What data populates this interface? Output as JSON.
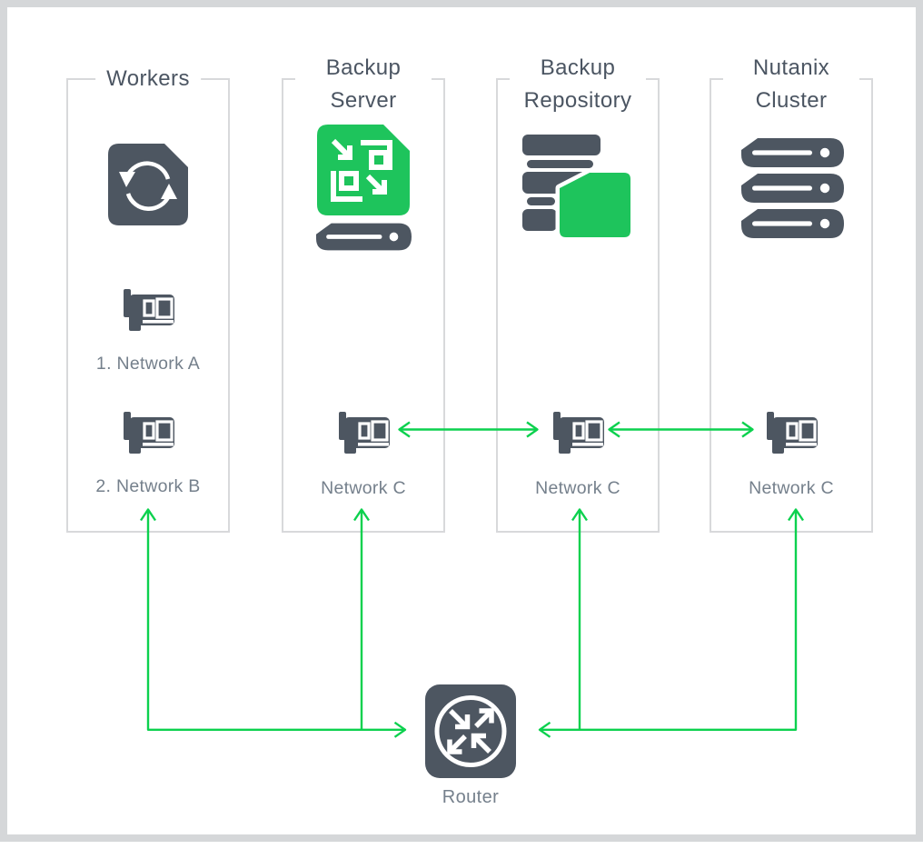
{
  "columns": [
    {
      "title": "Workers",
      "items": [
        {
          "icon": "sync-icon"
        },
        {
          "icon": "nic-icon",
          "label": "1. Network A"
        },
        {
          "icon": "nic-icon",
          "label": "2. Network B"
        }
      ]
    },
    {
      "title": "Backup Server",
      "items": [
        {
          "icon": "backup-server-icon"
        },
        {
          "icon": "disk-icon"
        },
        {
          "icon": "nic-icon",
          "label": "Network C"
        }
      ]
    },
    {
      "title": "Backup Repository",
      "items": [
        {
          "icon": "backup-repository-icon"
        },
        {
          "icon": "nic-icon",
          "label": "Network C"
        }
      ]
    },
    {
      "title": "Nutanix Cluster",
      "items": [
        {
          "icon": "nutanix-cluster-icon"
        },
        {
          "icon": "nic-icon",
          "label": "Network C"
        }
      ]
    }
  ],
  "router": {
    "label": "Router",
    "icon": "router-icon"
  },
  "connections": [
    {
      "from": "backup-server-nic",
      "to": "backup-repository-nic",
      "type": "bidirectional"
    },
    {
      "from": "backup-repository-nic",
      "to": "nutanix-cluster-nic",
      "type": "bidirectional"
    },
    {
      "from": "router",
      "to": "workers-network-b",
      "type": "arrow"
    },
    {
      "from": "router",
      "to": "backup-server-network-c",
      "type": "arrow"
    },
    {
      "from": "router",
      "to": "backup-repository-network-c",
      "type": "arrow"
    },
    {
      "from": "router",
      "to": "nutanix-cluster-network-c",
      "type": "arrow"
    }
  ],
  "colors": {
    "slate": "#4d5661",
    "icon_green": "#1ec45c",
    "arrow_green": "#0cd14e",
    "label_text": "#75808c",
    "title_text": "#4b5562",
    "box_border": "#d8d9db",
    "frame_border": "#d5d7d9",
    "background": "#ffffff"
  }
}
